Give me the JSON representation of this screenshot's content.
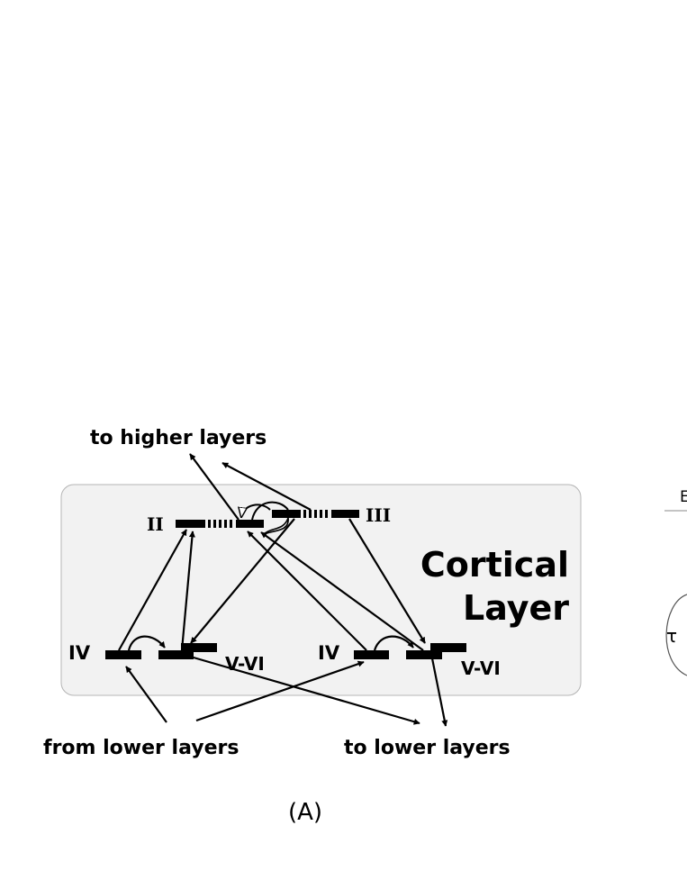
{
  "diagram": {
    "top_label": "to higher layers",
    "region_title_line1": "Cortical",
    "region_title_line2": "Layer",
    "layer_II": "II",
    "layer_III": "III",
    "left_IV": "IV",
    "left_VVI": "V-VI",
    "right_IV": "IV",
    "right_VVI": "V-VI",
    "bottom_left_label": "from lower layers",
    "bottom_right_label": "to lower layers",
    "caption": "(A)",
    "clipped_letter": "E",
    "clipped_symbol": "τ"
  }
}
